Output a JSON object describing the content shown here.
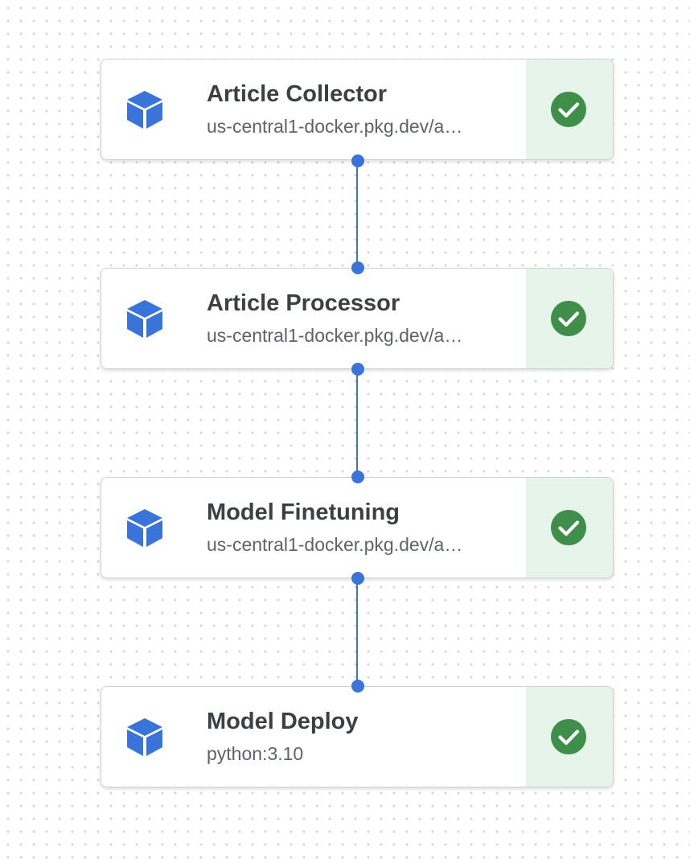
{
  "pipeline": {
    "nodes": [
      {
        "title": "Article Collector",
        "subtitle": "us-central1-docker.pkg.dev/a…",
        "icon": "cube-icon",
        "status": "succeeded",
        "status_icon": "check-circle-icon"
      },
      {
        "title": "Article Processor",
        "subtitle": "us-central1-docker.pkg.dev/a…",
        "icon": "cube-icon",
        "status": "succeeded",
        "status_icon": "check-circle-icon"
      },
      {
        "title": "Model Finetuning",
        "subtitle": "us-central1-docker.pkg.dev/a…",
        "icon": "cube-icon",
        "status": "succeeded",
        "status_icon": "check-circle-icon"
      },
      {
        "title": "Model Deploy",
        "subtitle": "python:3.10",
        "icon": "cube-icon",
        "status": "succeeded",
        "status_icon": "check-circle-icon"
      }
    ],
    "edges": [
      {
        "from": "Article Collector",
        "to": "Article Processor"
      },
      {
        "from": "Article Processor",
        "to": "Model Finetuning"
      },
      {
        "from": "Model Finetuning",
        "to": "Model Deploy"
      }
    ]
  },
  "colors": {
    "icon_blue": "#3b74d9",
    "edge_blue": "#3b74d9",
    "success_green": "#3f8f4a",
    "status_bg": "#e6f4ea",
    "title_text": "#3c4043",
    "subtitle_text": "#5f6368"
  }
}
